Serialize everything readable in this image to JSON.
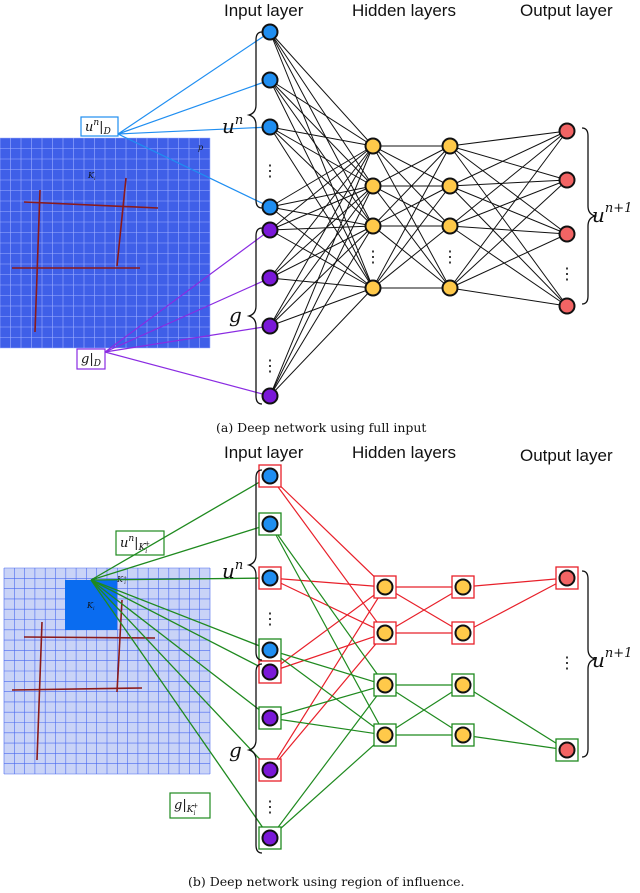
{
  "panel_a": {
    "headers": {
      "input": "Input layer",
      "hidden": "Hidden layers",
      "output": "Output layer"
    },
    "labels": {
      "un_D": "u",
      "un_D_sup": "n",
      "un_D_sub": "D",
      "g_D": "g",
      "g_D_sub": "D",
      "un": "u",
      "un_sup": "n",
      "g": "g",
      "un1": "u",
      "un1_sup": "n+1",
      "cell": "K",
      "cell_sub": "i",
      "dots": "⋮",
      "p": "p"
    },
    "caption": "(a) Deep network using full input"
  },
  "panel_b": {
    "headers": {
      "input": "Input layer",
      "hidden": "Hidden layers",
      "output": "Output layer"
    },
    "labels": {
      "un_K": "u",
      "un_K_sup": "n",
      "un_K_sub": "K",
      "un_K_subsub": "i",
      "un_K_subsup": "+",
      "g_K": "g",
      "g_K_sub": "K",
      "g_K_subsub": "i",
      "g_K_subsup": "+",
      "un": "u",
      "un_sup": "n",
      "g": "g",
      "un1": "u",
      "un1_sup": "n+1",
      "cell": "K",
      "cell_sub": "i",
      "cell_plus": "K",
      "cell_plus_sup": "+",
      "cell_plus_sub": "i",
      "dots": "⋮"
    },
    "caption": "(b) Deep network using region of influence."
  },
  "colors": {
    "grid_blue": "#3f5fe8",
    "grid_line": "#9fb0ff",
    "grid_light": "#c9d3f7",
    "grid_light_line": "#4a6af0",
    "influence": "#0a6cf0",
    "crack": "#8b1a1a",
    "blue_node": "#1f8ef1",
    "purple_node": "#7a18d8",
    "yellow_node": "#ffc94a",
    "red_node": "#f26464",
    "link_blue": "#1f8ef1",
    "link_purple": "#8a2be2",
    "link_red": "#e8202a",
    "link_green": "#1f8a1f"
  }
}
